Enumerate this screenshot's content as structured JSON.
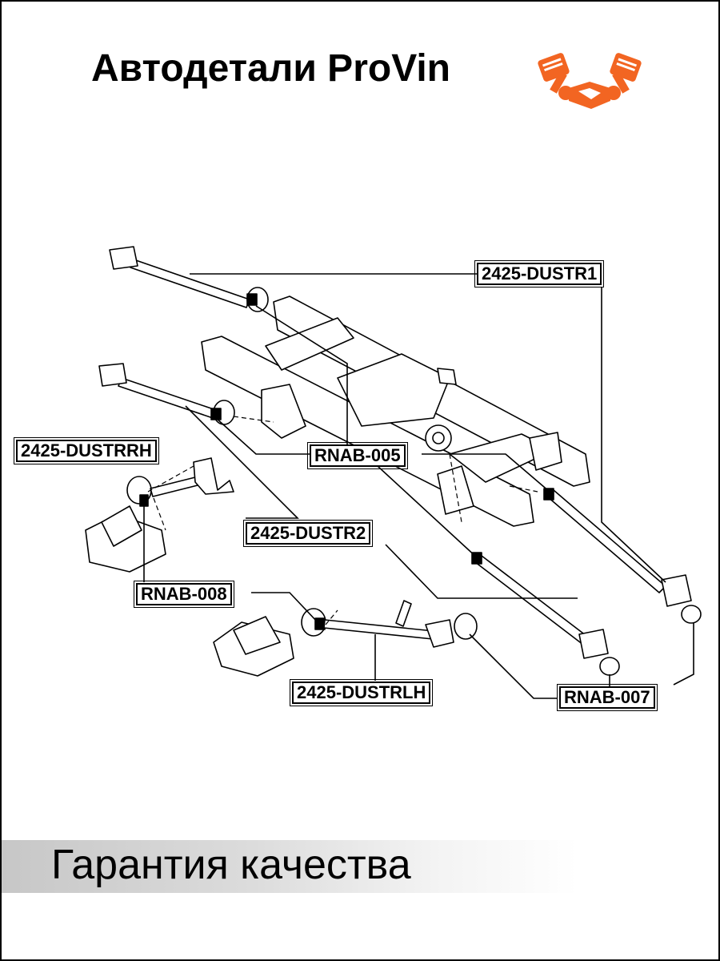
{
  "header": {
    "title": "Автодетали ProVin",
    "logo_icon": "pistons-handshake-icon",
    "logo_color": "#f26522"
  },
  "diagram": {
    "labels": [
      {
        "id": "dustr1",
        "text": "2425-DUSTR1"
      },
      {
        "id": "dustrrh",
        "text": "2425-DUSTRRH"
      },
      {
        "id": "rnab005",
        "text": "RNAB-005"
      },
      {
        "id": "dustr2",
        "text": "2425-DUSTR2"
      },
      {
        "id": "rnab008",
        "text": "RNAB-008"
      },
      {
        "id": "dustrlh",
        "text": "2425-DUSTRLH"
      },
      {
        "id": "rnab007",
        "text": "RNAB-007"
      }
    ]
  },
  "footer": {
    "text": "Гарантия качества"
  }
}
